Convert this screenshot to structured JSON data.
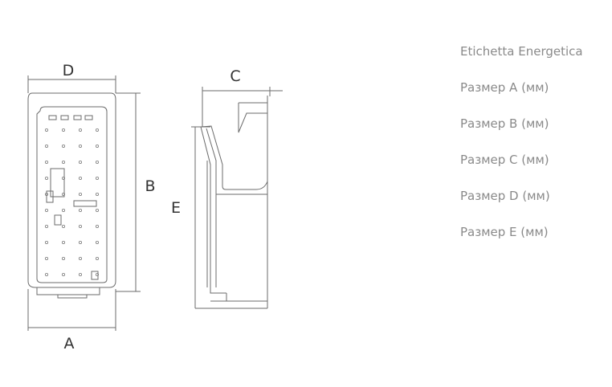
{
  "dimensions": {
    "a": "A",
    "b": "B",
    "c": "C",
    "d": "D",
    "e": "E"
  },
  "specs": [
    "Etichetta Energetica",
    "Размер A (мм)",
    "Размер B (мм)",
    "Размер C (мм)",
    "Размер D (мм)",
    "Размер E (мм)"
  ],
  "colors": {
    "line": "#6b6b6b",
    "label": "#333333",
    "spec_text": "#8a8a8a"
  }
}
